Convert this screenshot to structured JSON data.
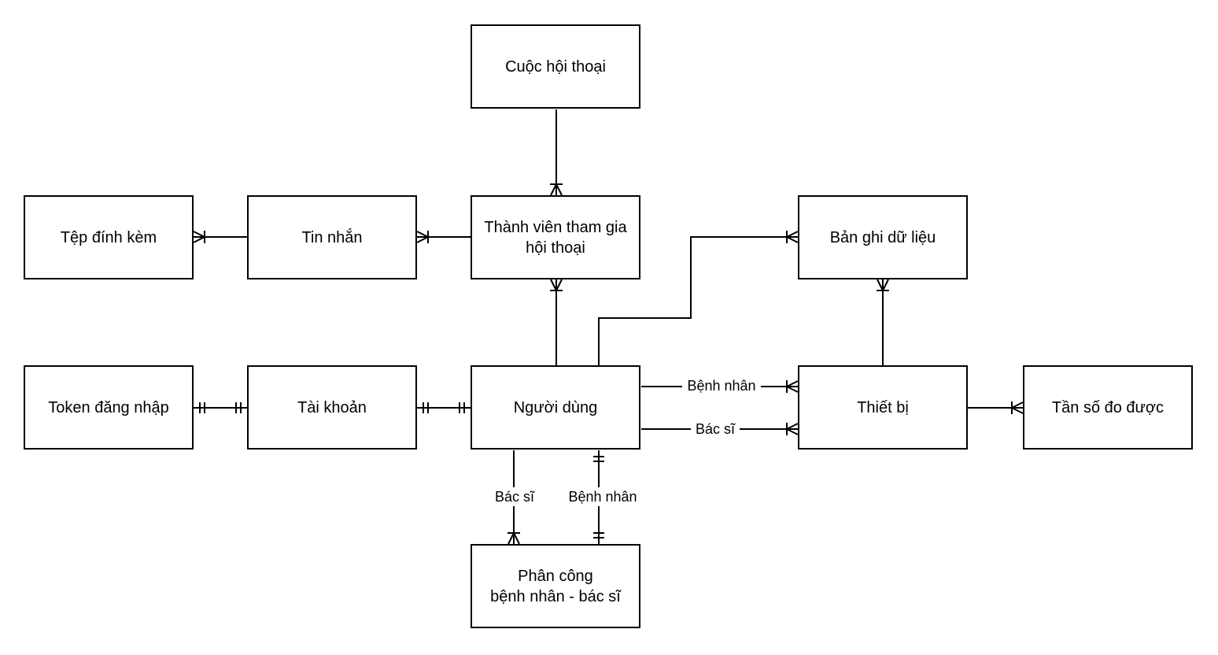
{
  "entities": {
    "cuoc_hoi_thoai": "Cuộc hội thoại",
    "thanh_vien": "Thành viên tham gia\nhội thoại",
    "tep_dinh_kem": "Tệp đính kèm",
    "tin_nhan": "Tin nhắn",
    "ban_ghi": "Bản ghi dữ liệu",
    "token": "Token đăng nhập",
    "tai_khoan": "Tài khoản",
    "nguoi_dung": "Người dùng",
    "thiet_bi": "Thiết bị",
    "tan_so": "Tần số đo được",
    "phan_cong": "Phân công\nbệnh nhân - bác sĩ"
  },
  "relationship_labels": {
    "user_device_patient": "Bệnh nhân",
    "user_device_doctor": "Bác sĩ",
    "assign_doctor": "Bác sĩ",
    "assign_patient": "Bệnh nhân"
  }
}
